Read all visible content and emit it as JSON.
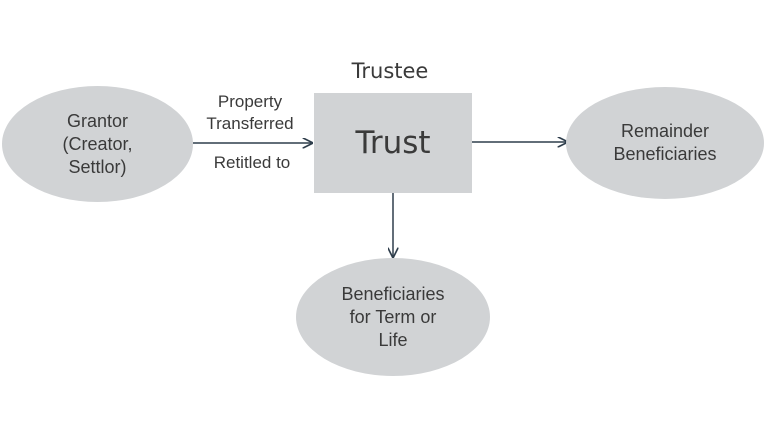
{
  "diagram": {
    "trustee_label": "Trustee",
    "trust": "Trust",
    "grantor": "Grantor\n(Creator,\nSettlor)",
    "remainder": "Remainder\nBeneficiaries",
    "beneficiaries_term": "Beneficiaries\nfor Term or\nLife",
    "edge_label_top": "Property\nTransferred",
    "edge_label_bottom": "Retitled to"
  },
  "colors": {
    "node_fill": "#d1d3d5",
    "arrow": "#2f3e4c",
    "text": "#3a3a3a"
  }
}
